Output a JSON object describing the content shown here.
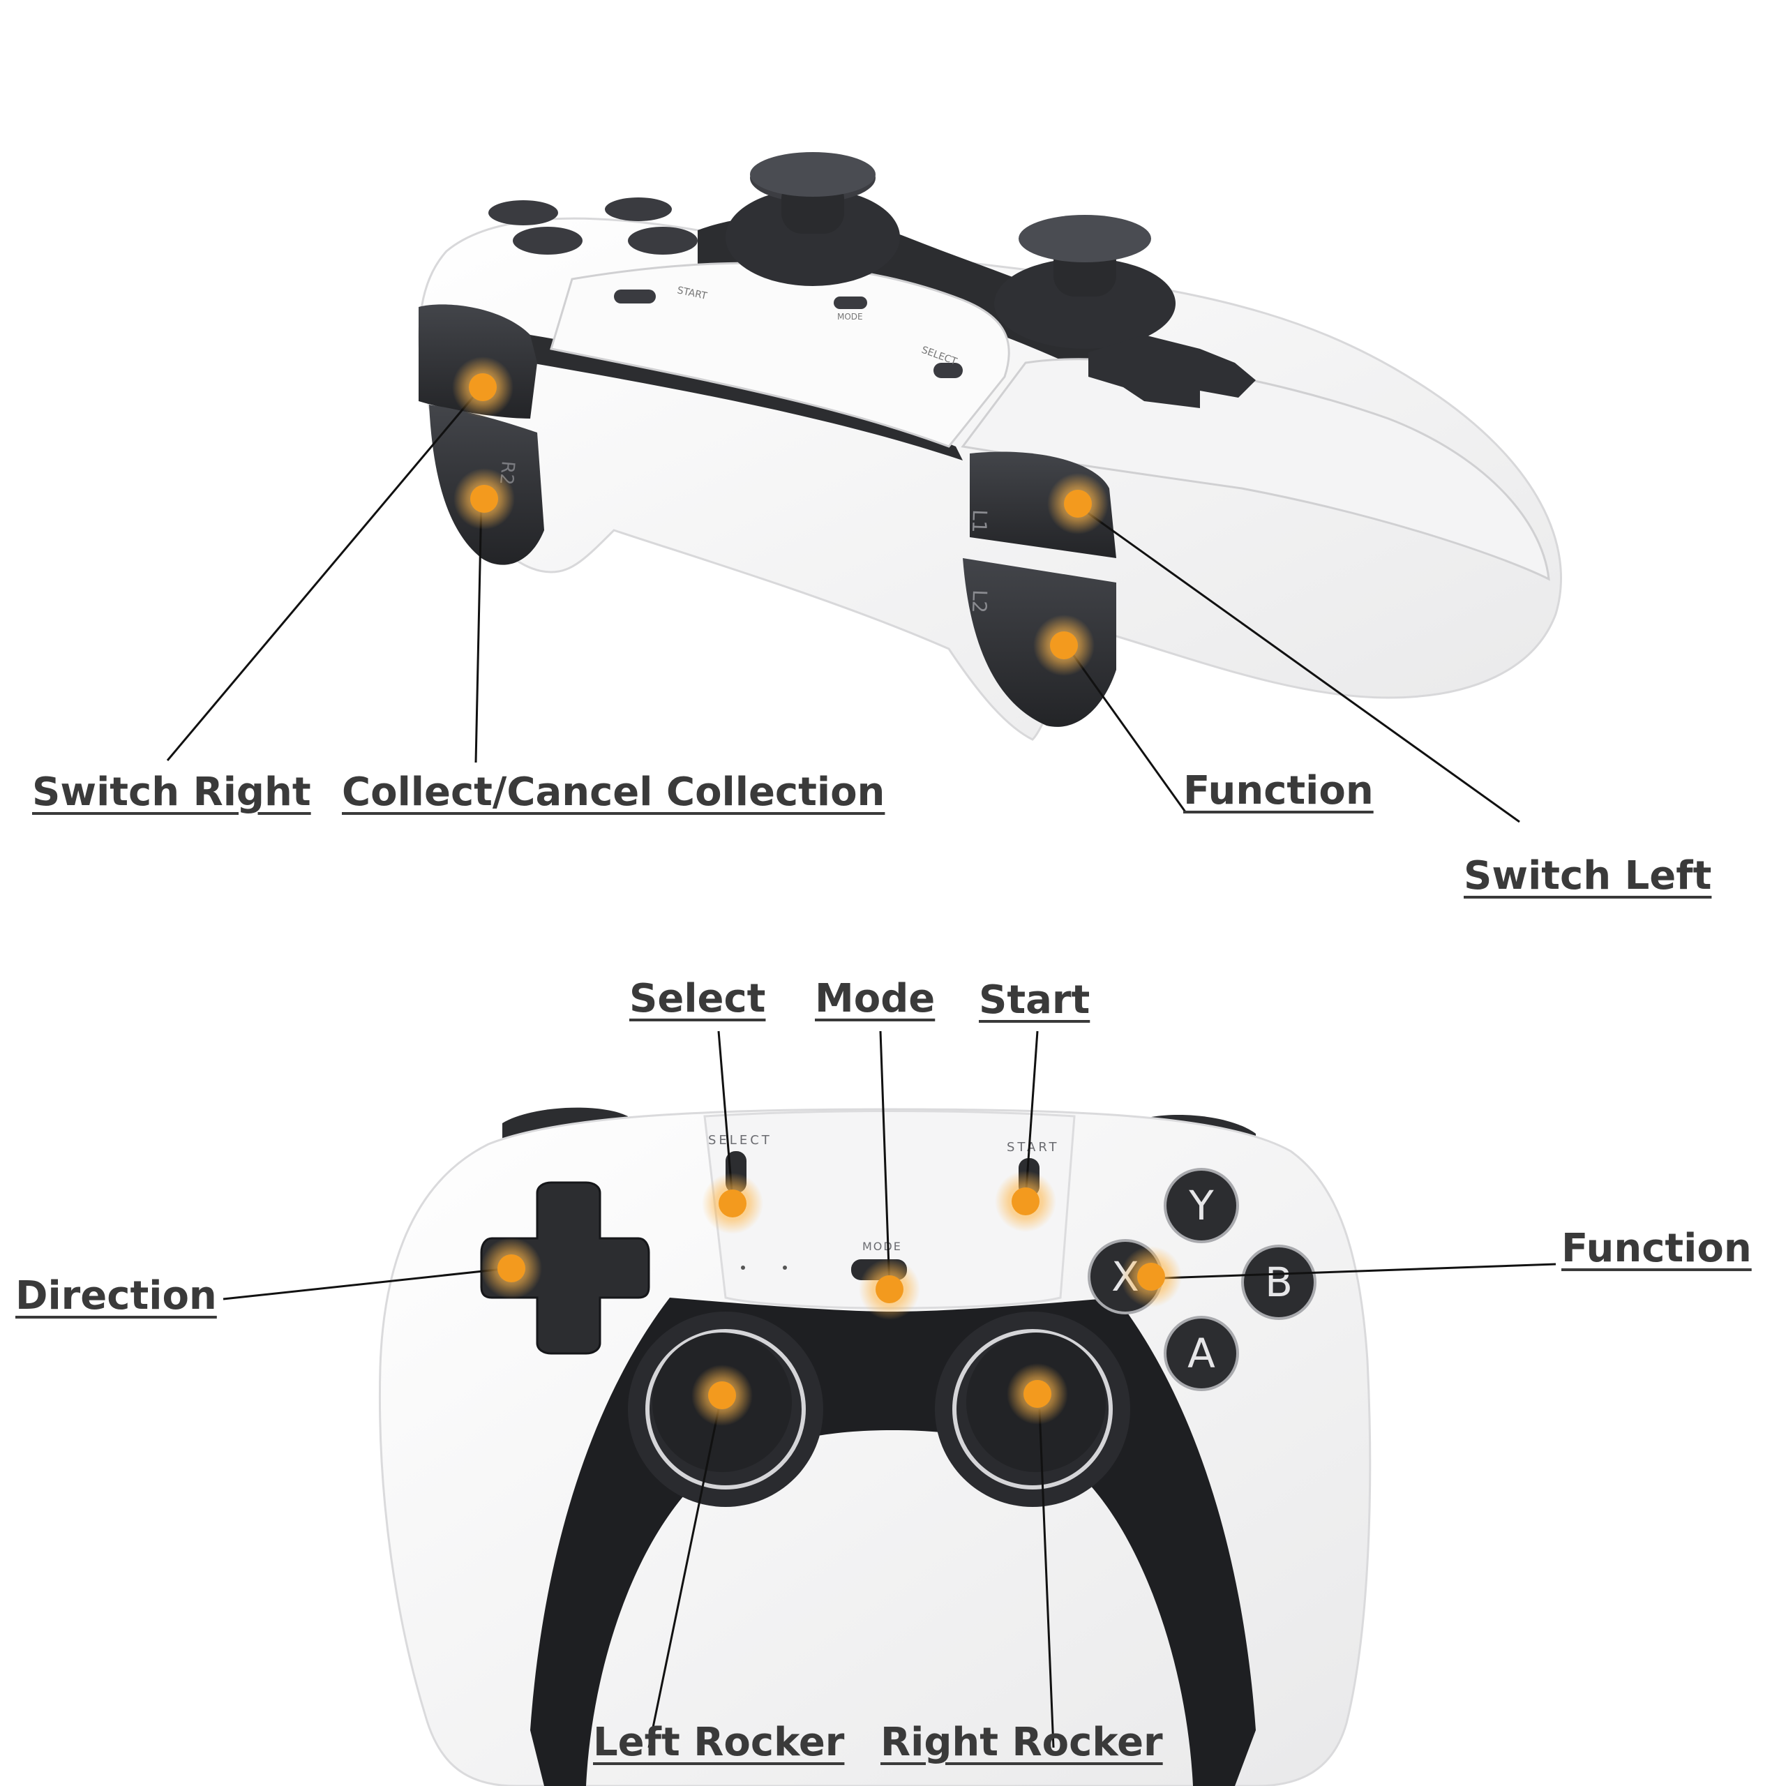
{
  "top_view": {
    "labels": {
      "switch_right": "Switch Right",
      "collect_cancel": "Collect/Cancel Collection",
      "function": "Function",
      "switch_left": "Switch Left"
    },
    "button_text": {
      "r2": "R2",
      "l1": "L1",
      "l2": "L2",
      "start": "START",
      "select": "SELECT",
      "mode": "MODE"
    }
  },
  "front_view": {
    "labels": {
      "select": "Select",
      "mode": "Mode",
      "start": "Start",
      "direction": "Direction",
      "function": "Function",
      "left_rocker": "Left Rocker",
      "right_rocker": "Right Rocker"
    },
    "panel_text": {
      "select": "SELECT",
      "start": "START",
      "mode": "MODE"
    },
    "face_buttons": {
      "y": "Y",
      "x": "X",
      "b": "B",
      "a": "A"
    }
  },
  "colors": {
    "marker": "#f39a1e",
    "marker_glow": "#ffc670",
    "controller_white": "#f7f7f7",
    "controller_dark": "#2c2d30",
    "label_text": "#3a3a3a"
  },
  "icons": [
    "hotspot-marker-icon",
    "callout-line-icon"
  ]
}
